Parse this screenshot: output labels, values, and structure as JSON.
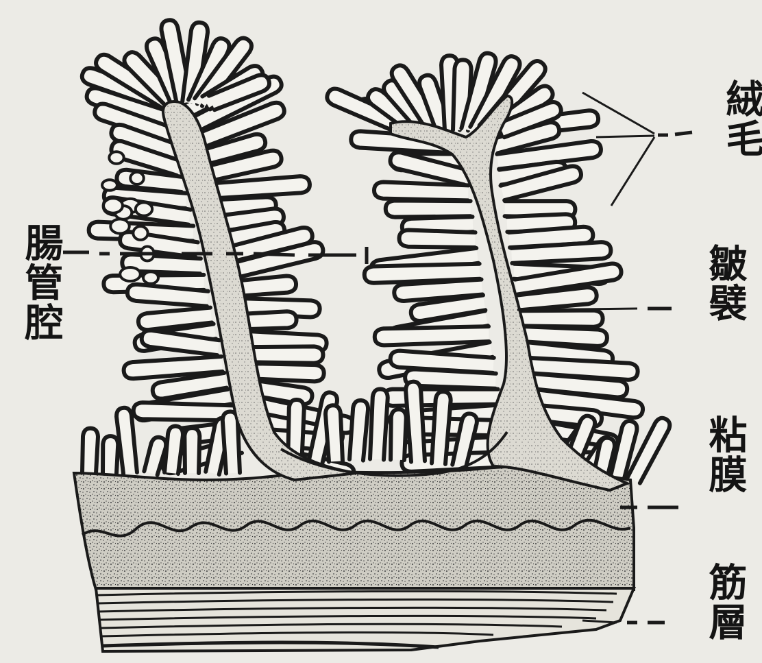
{
  "figure": {
    "labels": {
      "villi": "絨毛",
      "lumen": "腸管腔",
      "fold": "皺襞",
      "mucosa": "粘膜",
      "muscle": "筋層"
    }
  }
}
